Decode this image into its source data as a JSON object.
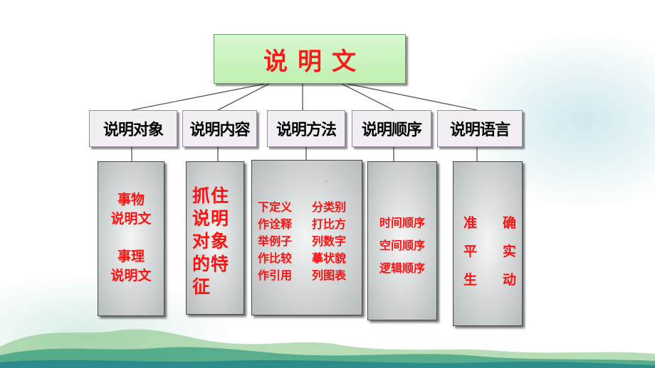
{
  "root": {
    "label": "说明文"
  },
  "categories": [
    {
      "label": "说明对象"
    },
    {
      "label": "说明内容"
    },
    {
      "label": "说明方法"
    },
    {
      "label": "说明顺序"
    },
    {
      "label": "说明语言"
    }
  ],
  "panels": {
    "objects": {
      "line1": "事物",
      "line2": "说明文",
      "line3": "事理",
      "line4": "说明文"
    },
    "content": {
      "text": "抓住说明对象的特征"
    },
    "methods": {
      "left": [
        "下定义",
        "作诠释",
        "举例子",
        "作比较",
        "作引用"
      ],
      "right": [
        "分类别",
        "打比方",
        "列数字",
        "摹状貌",
        "列图表"
      ]
    },
    "order": [
      "时间顺序",
      "空间顺序",
      "逻辑顺序"
    ],
    "language": [
      [
        "准",
        "确"
      ],
      [
        "平",
        "实"
      ],
      [
        "生",
        "动"
      ]
    ]
  },
  "colors": {
    "accent": "#ff1a1a",
    "root_bg": "#c8f3bb",
    "category_bg": "#f3eef3",
    "panel_bg": "#c9cdcd"
  }
}
